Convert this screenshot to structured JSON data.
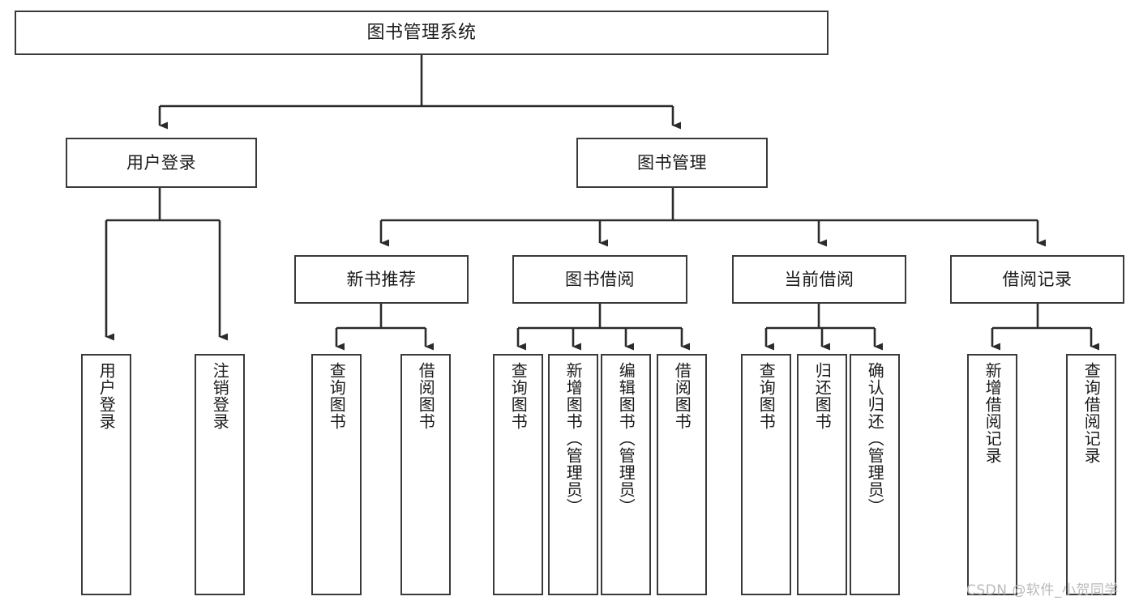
{
  "diagram": {
    "title": "图书管理系统",
    "type": "tree-hierarchy-diagram",
    "colors": {
      "box_border": "#3a3a3a",
      "box_fill": "#ffffff",
      "connector": "#2b2b2b",
      "text": "#1b1b1b",
      "background": "#ffffff",
      "watermark": "#b9b9b9"
    }
  },
  "nodes": {
    "root": {
      "label": "图书管理系统"
    },
    "level2": [
      {
        "id": "user-login",
        "label": "用户登录"
      },
      {
        "id": "book-manage",
        "label": "图书管理"
      }
    ],
    "level3": [
      {
        "id": "new-book-recommend",
        "label": "新书推荐"
      },
      {
        "id": "book-borrow",
        "label": "图书借阅"
      },
      {
        "id": "current-borrow",
        "label": "当前借阅"
      },
      {
        "id": "borrow-record",
        "label": "借阅记录"
      }
    ],
    "leaves": {
      "user_login": [
        {
          "id": "leaf-user-login",
          "label": "用户登录"
        },
        {
          "id": "leaf-logout-login",
          "label": "注销登录"
        }
      ],
      "new_book_recommend": [
        {
          "id": "leaf-query-book-1",
          "label": "查询图书"
        },
        {
          "id": "leaf-borrow-book-1",
          "label": "借阅图书"
        }
      ],
      "book_borrow": [
        {
          "id": "leaf-query-book-2",
          "label": "查询图书"
        },
        {
          "id": "leaf-add-book",
          "label": "新增图书（管理员）"
        },
        {
          "id": "leaf-edit-book",
          "label": "编辑图书（管理员）"
        },
        {
          "id": "leaf-borrow-book-2",
          "label": "借阅图书"
        }
      ],
      "current_borrow": [
        {
          "id": "leaf-query-book-3",
          "label": "查询图书"
        },
        {
          "id": "leaf-return-book",
          "label": "归还图书"
        },
        {
          "id": "leaf-confirm-return",
          "label": "确认归还（管理员）"
        }
      ],
      "borrow_record": [
        {
          "id": "leaf-add-record",
          "label": "新增借阅记录"
        },
        {
          "id": "leaf-query-record",
          "label": "查询借阅记录"
        }
      ]
    }
  },
  "watermark": {
    "text": "CSDN @软件_小贺同学"
  }
}
